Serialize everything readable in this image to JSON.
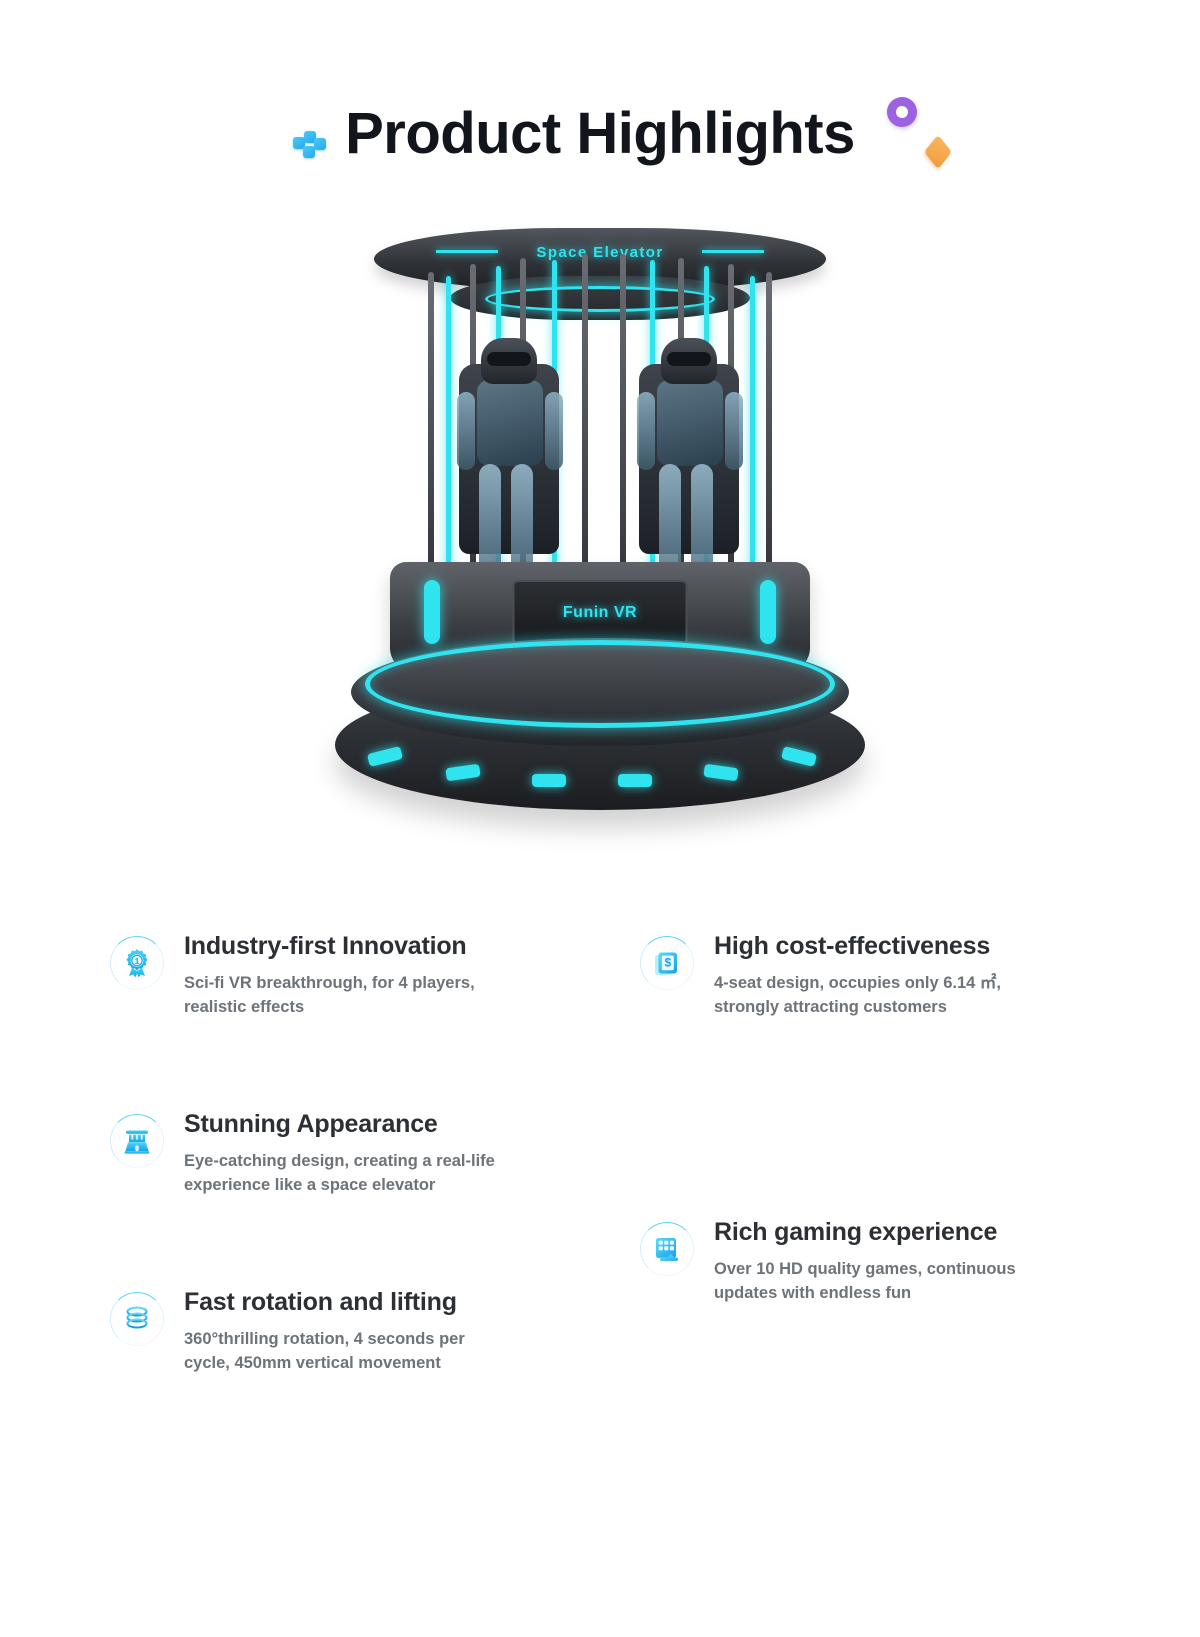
{
  "header": {
    "title": "Product Highlights",
    "decorations": [
      {
        "name": "blue-cubes-cluster",
        "color": "#35b9f0"
      },
      {
        "name": "purple-torus",
        "color": "#9b63e0"
      },
      {
        "name": "orange-diamond",
        "color": "#f19a3c"
      }
    ]
  },
  "product_image": {
    "name": "vr-space-elevator-machine",
    "canopy_label": "Space Elevator",
    "deck_brand": "Funin VR",
    "accent_color": "#2fe3ef",
    "body_color": "#33363b"
  },
  "features": {
    "left": [
      {
        "icon": "award-medal-icon",
        "title": "Industry-first Innovation",
        "desc": "Sci-fi VR breakthrough, for 4 players, realistic effects"
      },
      {
        "icon": "castle-building-icon",
        "title": "Stunning Appearance",
        "desc": "Eye-catching design, creating a real-life experience like a space elevator"
      },
      {
        "icon": "stacked-discs-icon",
        "title": "Fast rotation and lifting",
        "desc": "360°thrilling rotation, 4 seconds per cycle, 450mm vertical movement"
      }
    ],
    "right": [
      {
        "icon": "money-book-icon",
        "title": "High cost-effectiveness",
        "desc": "4-seat design, occupies only 6.14 ㎡, strongly attracting customers"
      },
      {
        "icon": "app-grid-icon",
        "title": "Rich gaming experience",
        "desc": "Over 10 HD quality games, continuous updates with endless fun"
      }
    ]
  },
  "colors": {
    "accent_cyan": "#2fe3ef",
    "icon_blue": "#2ab6f0",
    "title_dark": "#2c2f33",
    "desc_gray": "#6d7378",
    "background": "#ffffff"
  }
}
